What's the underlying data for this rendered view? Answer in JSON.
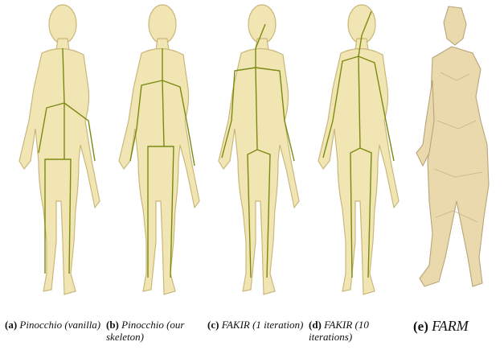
{
  "figure": {
    "panels": [
      {
        "letter": "(a)",
        "text": "Pinocchio (vanilla)"
      },
      {
        "letter": "(b)",
        "text": "Pinocchio (our skeleton)"
      },
      {
        "letter": "(c)",
        "text": "FAKIR (1 iteration)"
      },
      {
        "letter": "(d)",
        "text": "FAKIR (10 iterations)"
      },
      {
        "letter": "(e)",
        "text": "FARM"
      }
    ],
    "colors": {
      "mesh_fill": "#f1e6b3",
      "mesh_stroke": "#c9b77a",
      "skeleton": "#7a8a10",
      "farm_fill": "#ead9ad"
    }
  }
}
